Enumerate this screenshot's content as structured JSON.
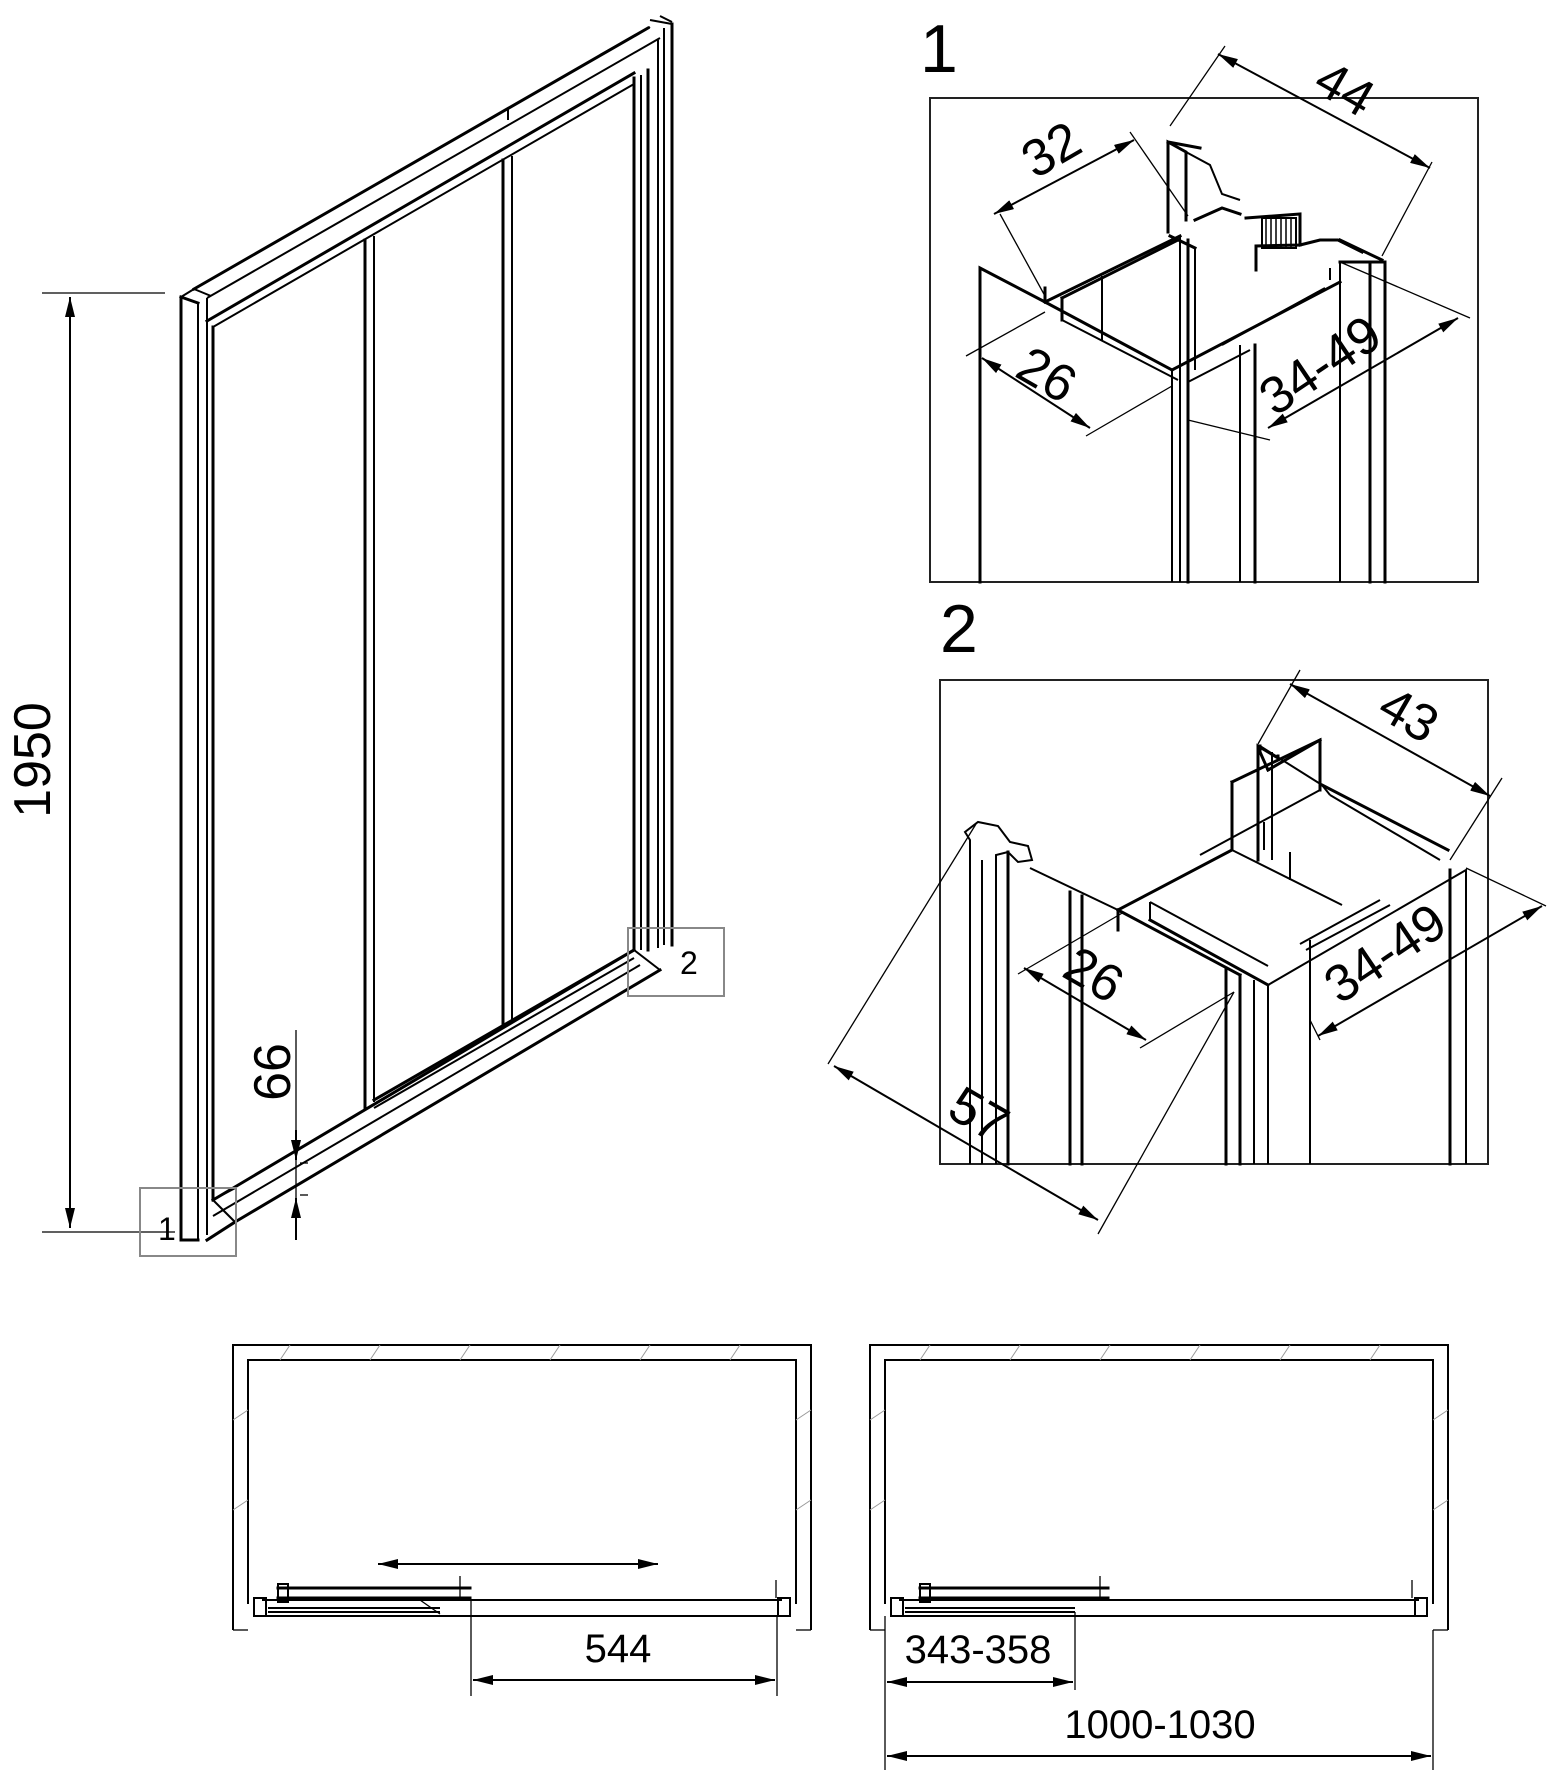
{
  "main_view": {
    "height_dim": "1950",
    "bottom_dim": "66",
    "callout_1": "1",
    "callout_2": "2"
  },
  "detail_1": {
    "label": "1",
    "dims": [
      "44",
      "32",
      "26",
      "34-49"
    ]
  },
  "detail_2": {
    "label": "2",
    "dims": [
      "43",
      "26",
      "34-49",
      "57"
    ]
  },
  "plan_left": {
    "dim": "544"
  },
  "plan_right": {
    "dim_inner": "343-358",
    "dim_total": "1000-1030"
  }
}
